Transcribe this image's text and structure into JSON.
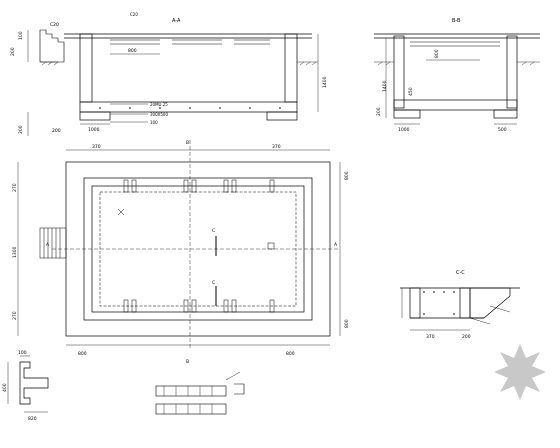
{
  "section_a": {
    "title": "A-A",
    "label_c20": "C20",
    "label_slab": "C20",
    "dim_top_800": "800",
    "dim_left_200": "200",
    "dim_left_100": "100",
    "dim_side_200": "200",
    "dim_base_200": "200",
    "dim_base_1000": "1000",
    "dim_height_1400": "1400",
    "note_1": "20MU 25",
    "note_2": "300X500",
    "note_3": "100"
  },
  "section_b": {
    "title": "B-B",
    "dim_800": "800",
    "dim_1000": "1000",
    "dim_500": "500",
    "dim_450": "450",
    "dim_200": "200",
    "dim_1400": "1400"
  },
  "plan": {
    "dim_top_370": "370",
    "dim_top_370b": "370",
    "dim_bot_800_left": "800",
    "dim_bot_800_right": "800",
    "dim_bot_center": "",
    "dim_left_270": "270",
    "dim_left_1300": "1300",
    "dim_left_270b": "270",
    "dim_right_800_top": "800",
    "dim_right_800_bot": "800",
    "dim_right_center": "",
    "label_c_top": "C",
    "label_c_mid": "C",
    "label_b_top": "B",
    "label_b_bot": "B",
    "label_a_left": "A",
    "label_a_right": "A",
    "label_leader_1": "",
    "label_leader_2": "",
    "label_leader_3": "",
    "label_leader_4": "",
    "label_leader_5": ""
  },
  "notes": {
    "title": "",
    "lines": [
      "",
      "",
      "",
      "",
      "",
      "",
      "",
      "",
      "",
      ""
    ]
  },
  "section_c": {
    "title": "C-C",
    "dim_370": "370",
    "dim_200": "200",
    "dim_phi12": "",
    "dim_phi8": "",
    "dim_phi10": "",
    "dim_left": ""
  },
  "detail_left": {
    "dim_400": "400",
    "dim_100": "100",
    "dim_820": "820"
  },
  "detail_bottom": {
    "label_top": "",
    "label_bot": ""
  },
  "colors": {
    "ink": "#000000",
    "paper": "#ffffff",
    "stamp": "#c8c8c8"
  }
}
